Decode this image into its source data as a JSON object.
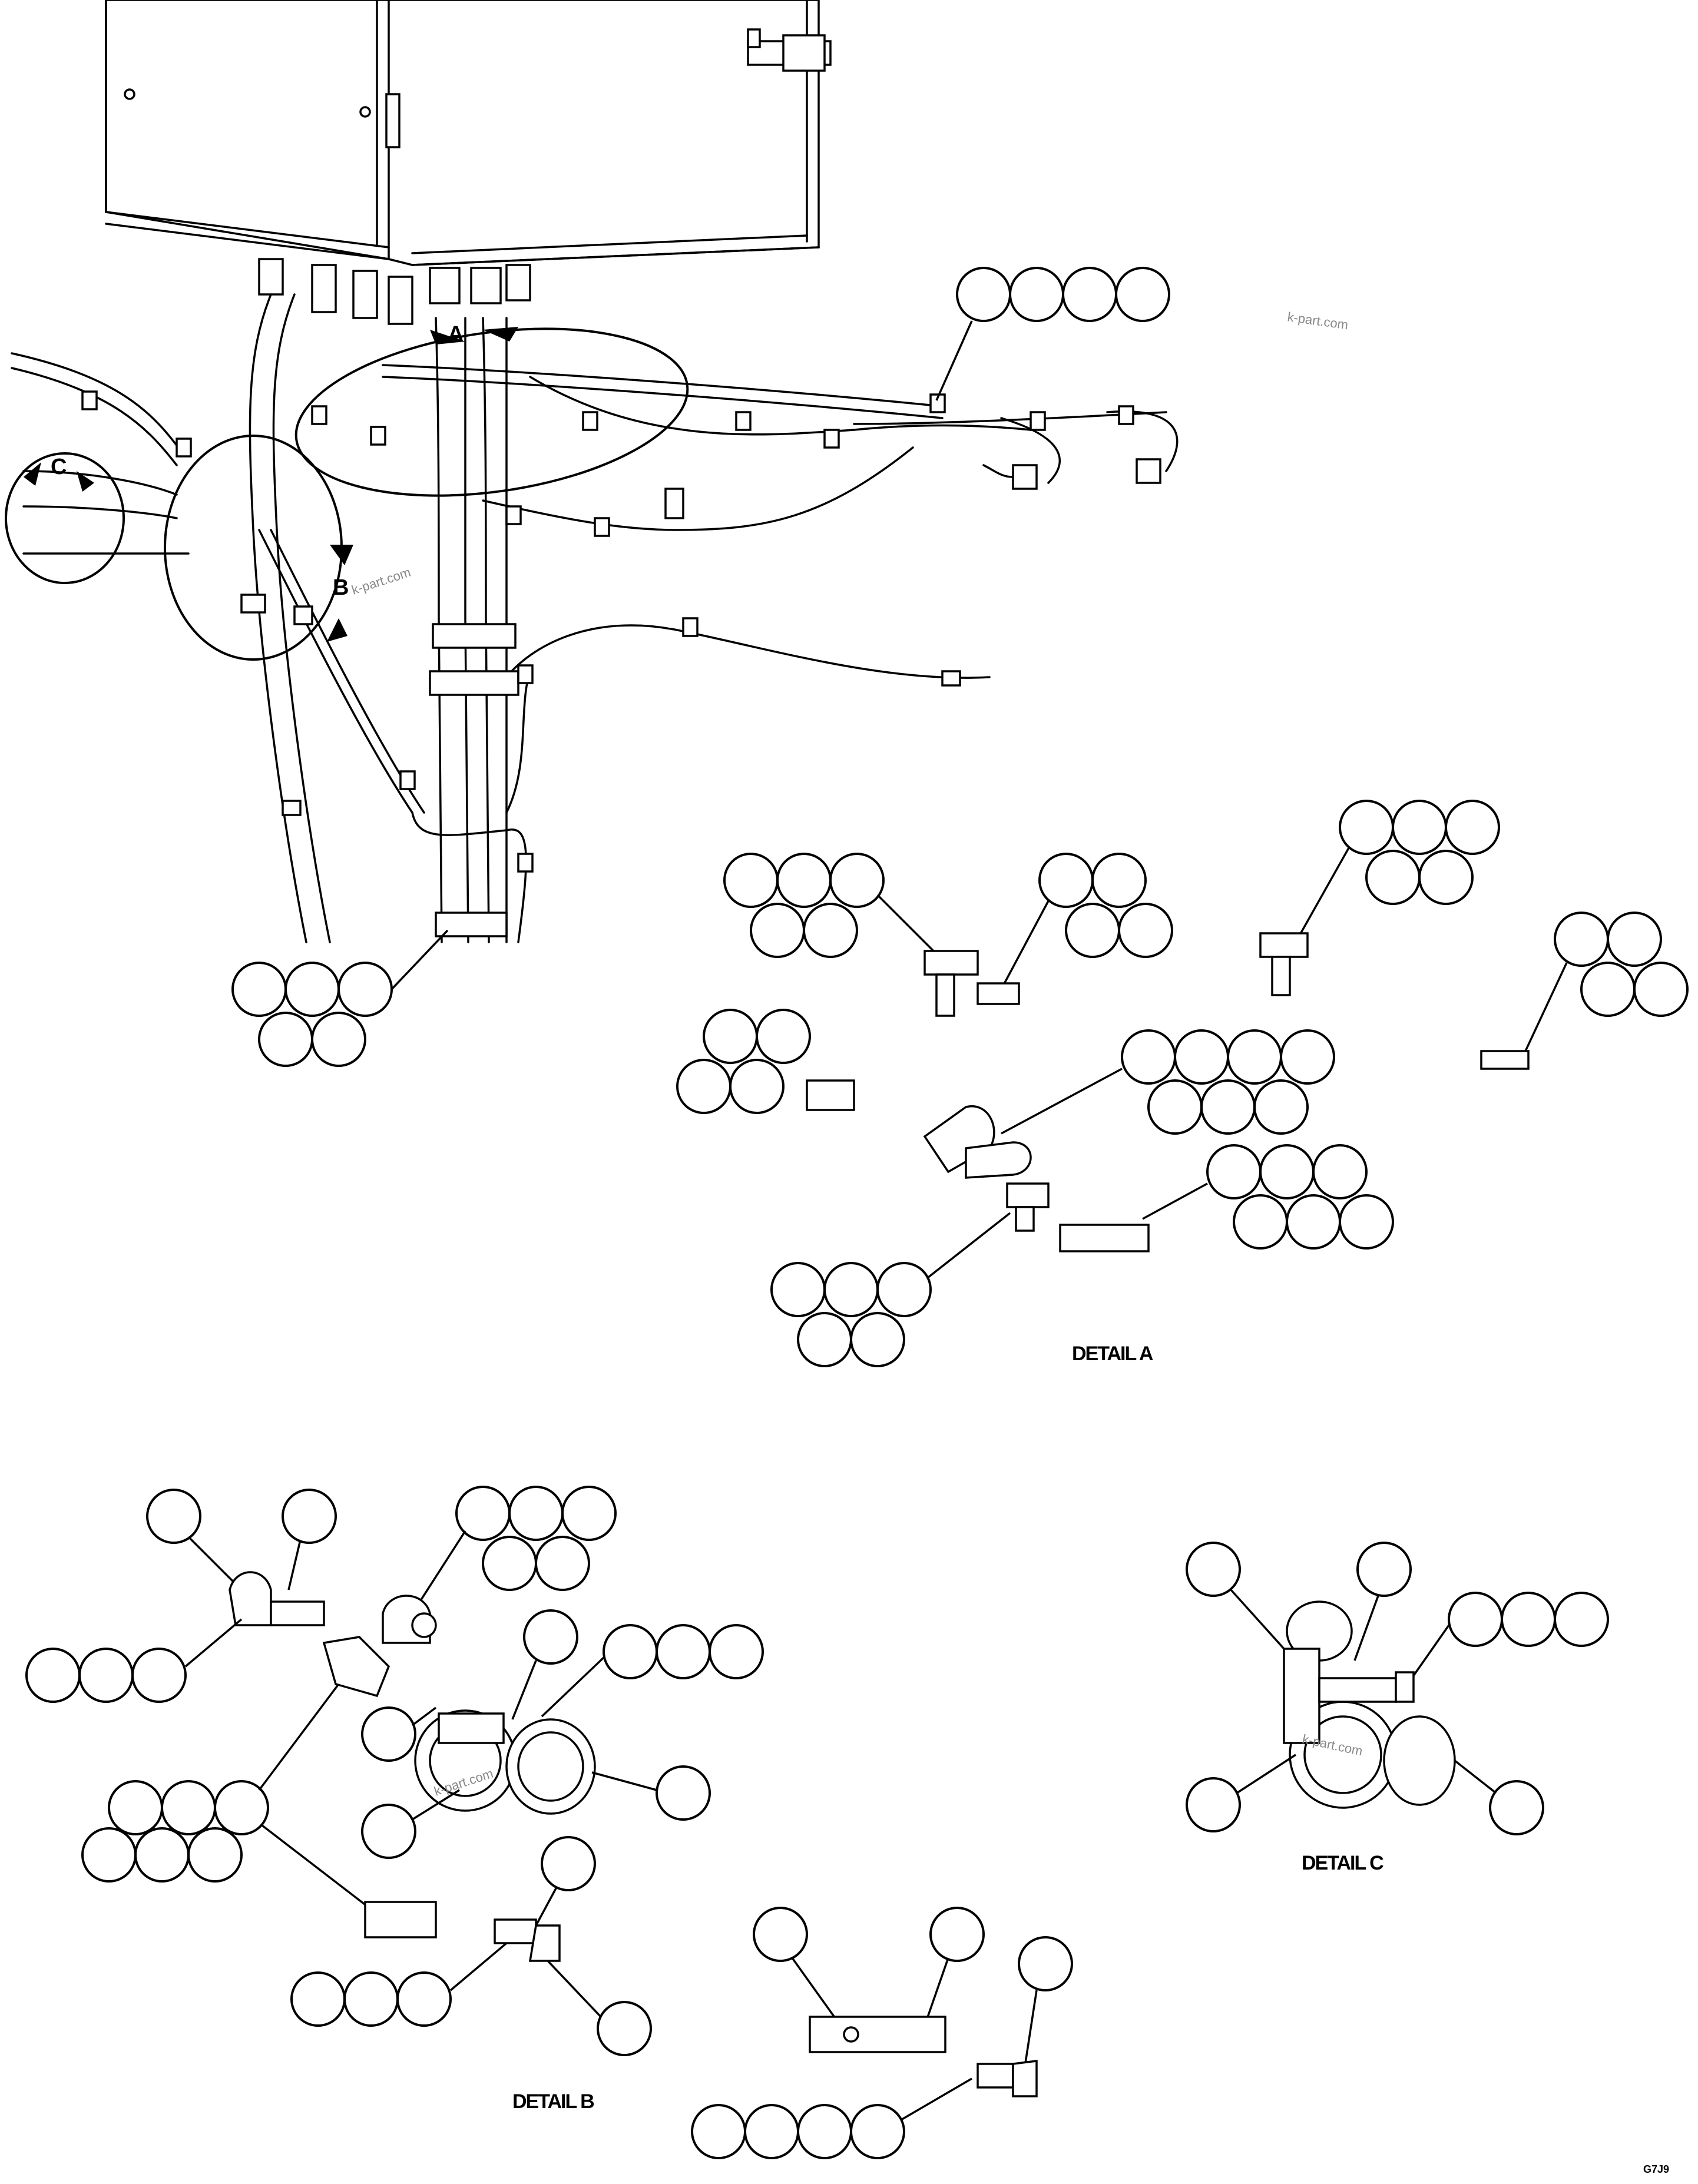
{
  "callouts": {
    "a": "A",
    "b": "B",
    "c": "C"
  },
  "details": {
    "a": "DETAIL A",
    "b": "DETAIL B",
    "c": "DETAIL C"
  },
  "watermark": "k-part.com",
  "figure_number": "G7J9",
  "balloons_note": "blank reference balloons (no numbers printed)"
}
